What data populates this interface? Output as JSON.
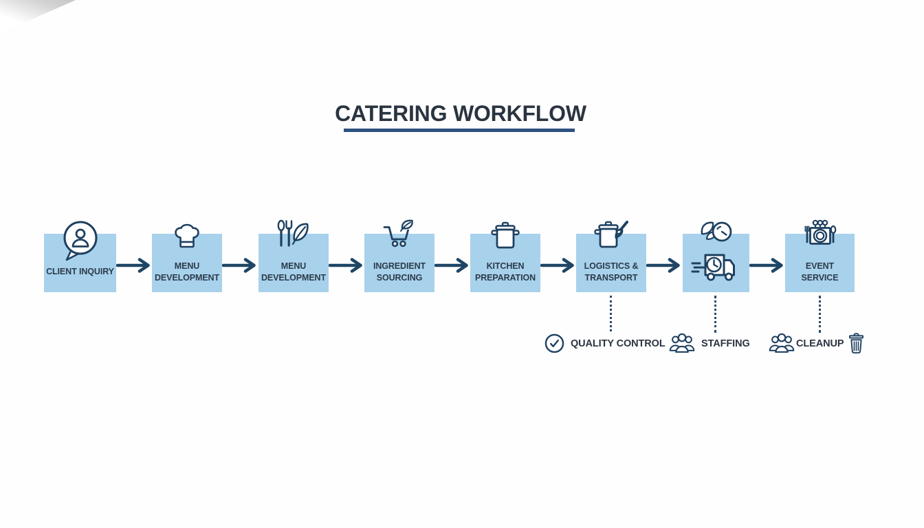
{
  "title": {
    "text": "CATERING WORKFLOW"
  },
  "steps": [
    {
      "label": "CLIENT INQUIRY",
      "icon": "speech-bubble-person-icon"
    },
    {
      "label": "MENU DEVELOPMENT",
      "icon": "chef-hat-icon"
    },
    {
      "label": "MENU DEVELOPMENT",
      "icon": "cutlery-leaf-icon"
    },
    {
      "label": "INGREDIENT SOURCING",
      "icon": "shopping-cart-leaf-icon"
    },
    {
      "label": "KITCHEN PREPARATION",
      "icon": "cooking-pot-icon"
    },
    {
      "label": "LOGISTICS & TRANSPORT",
      "icon": "cooking-pot-whisk-icon"
    },
    {
      "label": "",
      "icon": "leaf-clock-icon delivery-truck-icon"
    },
    {
      "label": "EVENT SERVICE",
      "icon": "dinner-tray-icon"
    }
  ],
  "annotations": [
    {
      "label": "QUALITY CONTROL",
      "icon": "check-circle-icon"
    },
    {
      "label": "STAFFING",
      "icon": "people-group-icon"
    },
    {
      "label": "CLEANUP",
      "icon": "people-group-icon",
      "trailing_icon": "trash-bin-icon"
    }
  ],
  "colors": {
    "box_fill": "#a8d1ec",
    "icon_stroke": "#1e4060",
    "arrow": "#1e4565",
    "title_text": "#2a3440",
    "title_underline": "#2d5180",
    "label_text": "#2b3b49",
    "background": "#ffffff"
  }
}
